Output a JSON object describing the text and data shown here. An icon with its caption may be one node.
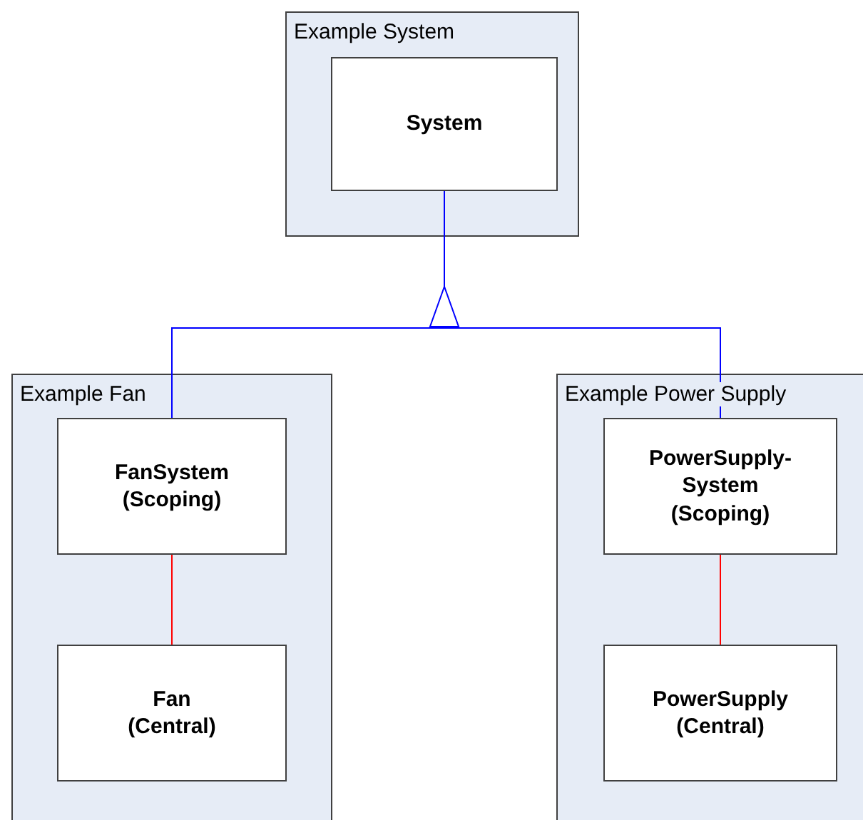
{
  "diagram": {
    "nodes": [
      {
        "text": [
          "Example System"
        ]
      },
      {
        "text": [
          "System"
        ],
        "in": 0
      },
      {
        "text": [
          "Example Fan"
        ]
      },
      {
        "text": [
          "FanSystem (Scoping)"
        ],
        "in": 2
      },
      {
        "text": [
          "Fan (Central)"
        ],
        "in": 2
      },
      {
        "text": [
          "Example Power Supply"
        ]
      },
      {
        "text": [
          "PowerSupply-System (Scoping)"
        ],
        "in": 5
      },
      {
        "text": [
          "PowerSupply (Central)"
        ],
        "in": 5
      }
    ],
    "edges": [
      {
        "from": 3,
        "to": 1,
        "arrow": "to",
        "color": "#0000ff"
      },
      {
        "from": 6,
        "to": 1,
        "arrow": "to",
        "color": "#0000ff"
      },
      {
        "from": 3,
        "to": 4,
        "arrow": "none",
        "color": "#ff0000"
      },
      {
        "from": 6,
        "to": 7,
        "arrow": "none",
        "color": "#ff0000"
      }
    ]
  }
}
